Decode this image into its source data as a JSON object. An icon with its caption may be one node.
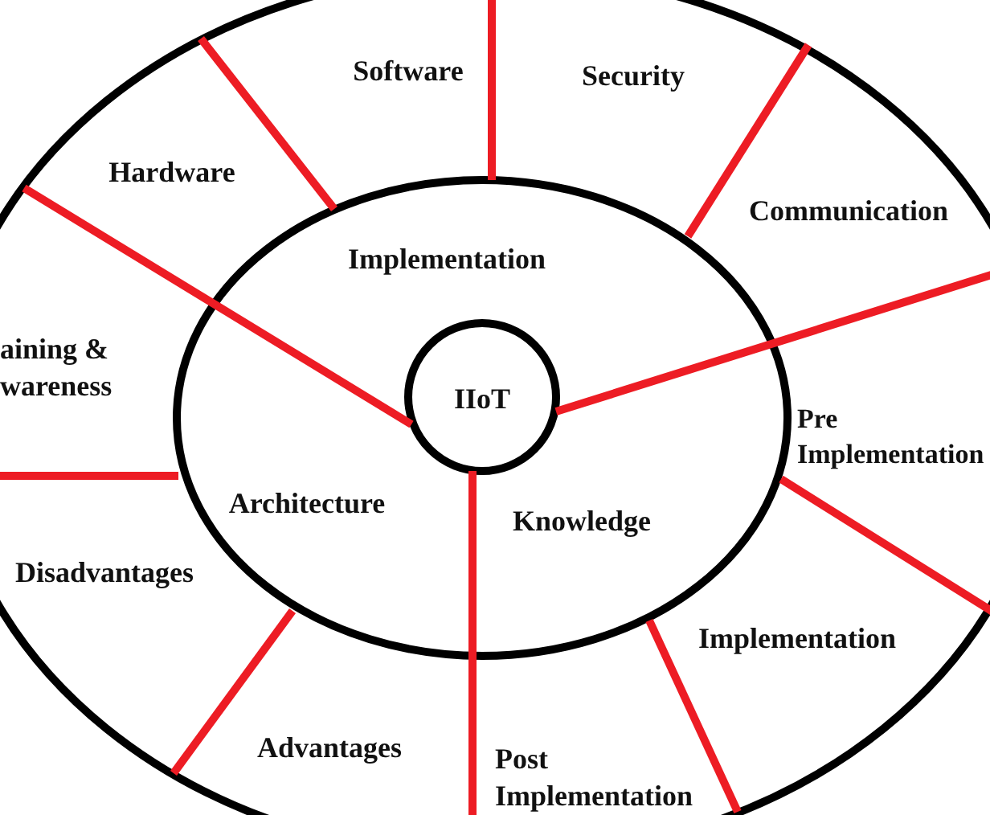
{
  "diagram": {
    "nodes": [
      {
        "text": [
          "Software",
          "Security",
          "Hardware",
          "Communication",
          "aining & wareness",
          "Pre Implementation",
          "Disadvantages",
          "Implementation",
          "Advantages",
          "Post Implementation"
        ]
      },
      {
        "text": [
          "Implementation",
          "Architecture",
          "Knowledge"
        ],
        "in": 0
      },
      {
        "text": [
          "IIoT"
        ],
        "in": 1
      }
    ]
  }
}
